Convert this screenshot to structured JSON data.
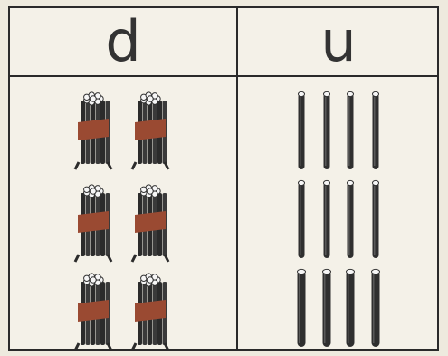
{
  "table": {
    "headers": [
      "d",
      "u"
    ]
  },
  "illustrations": {
    "d": {
      "icon": "bundled-wire-icon",
      "count": 6,
      "colors": {
        "band": "#9a4a32",
        "core": "#2b2b2b"
      }
    },
    "u": {
      "icon": "single-rod-icon",
      "count": 12,
      "colors": {
        "rod": "#2f2f2f"
      }
    }
  }
}
